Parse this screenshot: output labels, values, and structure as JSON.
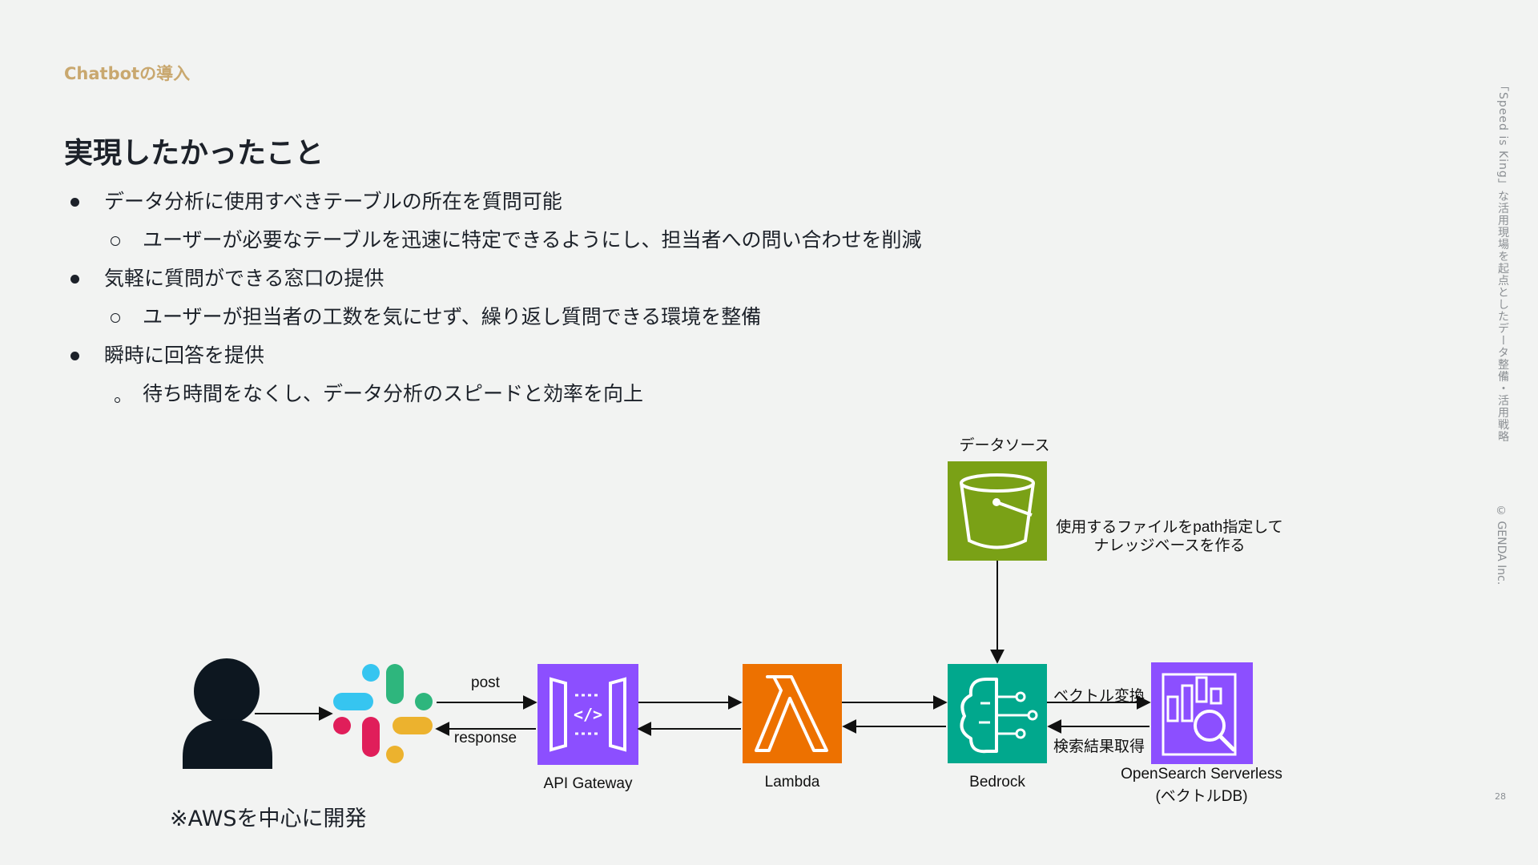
{
  "section_label": "Chatbotの導入",
  "title": "実現したかったこと",
  "bullets": [
    {
      "text": "データ分析に使用すべきテーブルの所在を質問可能",
      "sub": "ユーザーが必要なテーブルを迅速に特定できるようにし、担当者への問い合わせを削減"
    },
    {
      "text": "気軽に質問ができる窓口の提供",
      "sub": "ユーザーが担当者の工数を気にせず、繰り返し質問できる環境を整備"
    },
    {
      "text": "瞬時に回答を提供",
      "sub": "待ち時間をなくし、データ分析のスピードと効率を向上"
    }
  ],
  "side": {
    "vertical_text": "「Speed is King」な活用現場を起点としたデータ整備・活用戦略",
    "copyright": "© GENDA Inc.",
    "page_number": "28"
  },
  "diagram": {
    "datasource_label": "データソース",
    "s3_note_line1": "使用するファイルをpath指定して",
    "s3_note_line2": "ナレッジベースを作る",
    "post_label": "post",
    "response_label": "response",
    "api_gateway_label": "API Gateway",
    "lambda_label": "Lambda",
    "bedrock_label": "Bedrock",
    "vector_convert_label": "ベクトル変換",
    "search_result_label": "検索結果取得",
    "opensearch_label_line1": "OpenSearch Serverless",
    "opensearch_label_line2": "(ベクトルDB)",
    "colors": {
      "s3": "#7aa116",
      "api_gateway": "#8c4fff",
      "lambda": "#ed7100",
      "bedrock": "#01a88d",
      "opensearch": "#8c4fff",
      "slack_blue": "#36c5f0",
      "slack_green": "#2eb67d",
      "slack_red": "#e01e5a",
      "slack_yellow": "#ecb22e"
    }
  },
  "footnote": "※AWSを中心に開発"
}
